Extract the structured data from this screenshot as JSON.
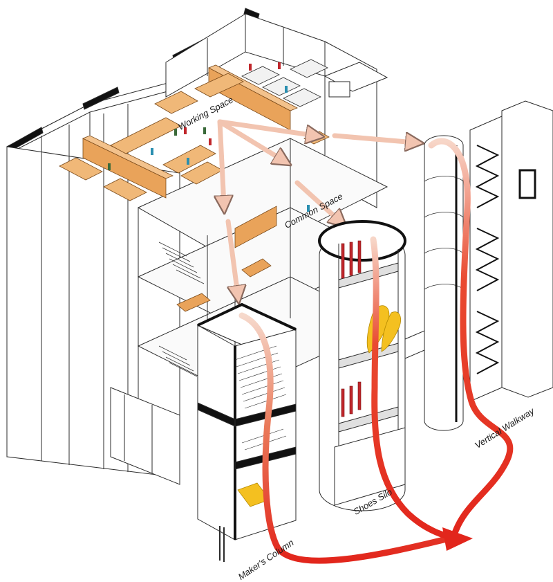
{
  "labels": {
    "working_space": "Working Space",
    "common_space": "Common Space",
    "shoes_silo": "Shoes Silo",
    "makers_column": "Maker's Column",
    "vertical_walkway": "Vertical Walkway"
  },
  "colors": {
    "wall_fill": "#ffffff",
    "line": "#2a2a2a",
    "thick_edge": "#111111",
    "wood": "#e9a35a",
    "wood_dark": "#c97b32",
    "circulation_red": "#e2261c",
    "circulation_light": "#f6c7b0",
    "arrow_fill": "#f4d2c2",
    "shelf_red": "#c0262b",
    "yellow": "#f4c020"
  }
}
